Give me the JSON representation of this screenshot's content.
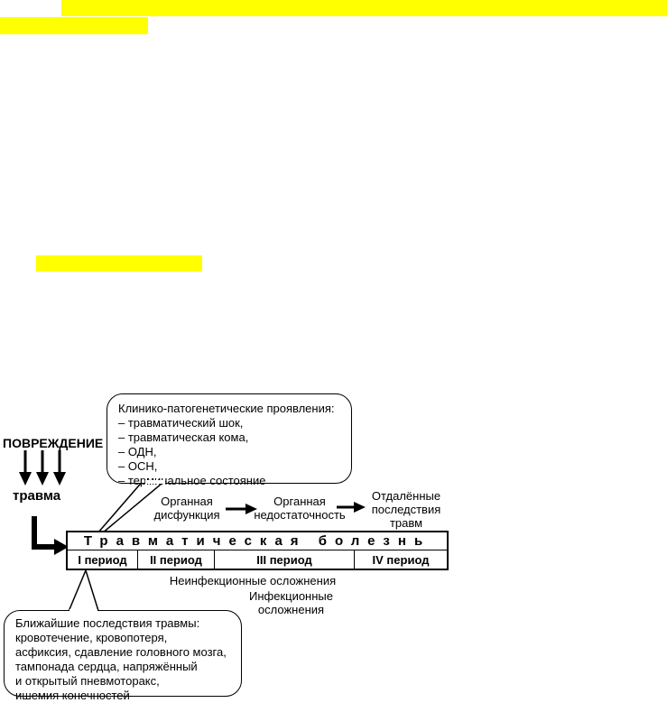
{
  "diagram": {
    "injury_label": "ПОВРЕЖДЕНИЕ",
    "trauma_label": "травма",
    "top_callout": {
      "title": "Клинико-патогенетические проявления:",
      "items": [
        "– травматический шок,",
        "– травматическая кома,",
        "– ОДН,",
        "– ОСН,",
        "– терминальное состояние"
      ]
    },
    "flow": {
      "organ_dysfunction": [
        "Органная",
        "дисфункция"
      ],
      "organ_failure": [
        "Органная",
        "недостаточность"
      ],
      "late_consequences": [
        "Отдалённые",
        "последствия",
        "травм"
      ]
    },
    "disease_title": "Травматическая болезнь",
    "periods": [
      "I период",
      "II период",
      "III период",
      "IV период"
    ],
    "noninfectious": "Неинфекционные осложнения",
    "infectious": [
      "Инфекционные",
      "осложнения"
    ],
    "bottom_callout": {
      "title": "Ближайшие последствия травмы:",
      "items": [
        "кровотечение, кровопотеря,",
        "асфиксия, сдавление головного мозга,",
        "тампонада сердца, напряжённый",
        "и открытый пневмоторакс,",
        "ишемия конечностей"
      ]
    },
    "highlight_color": "#ffff00"
  }
}
